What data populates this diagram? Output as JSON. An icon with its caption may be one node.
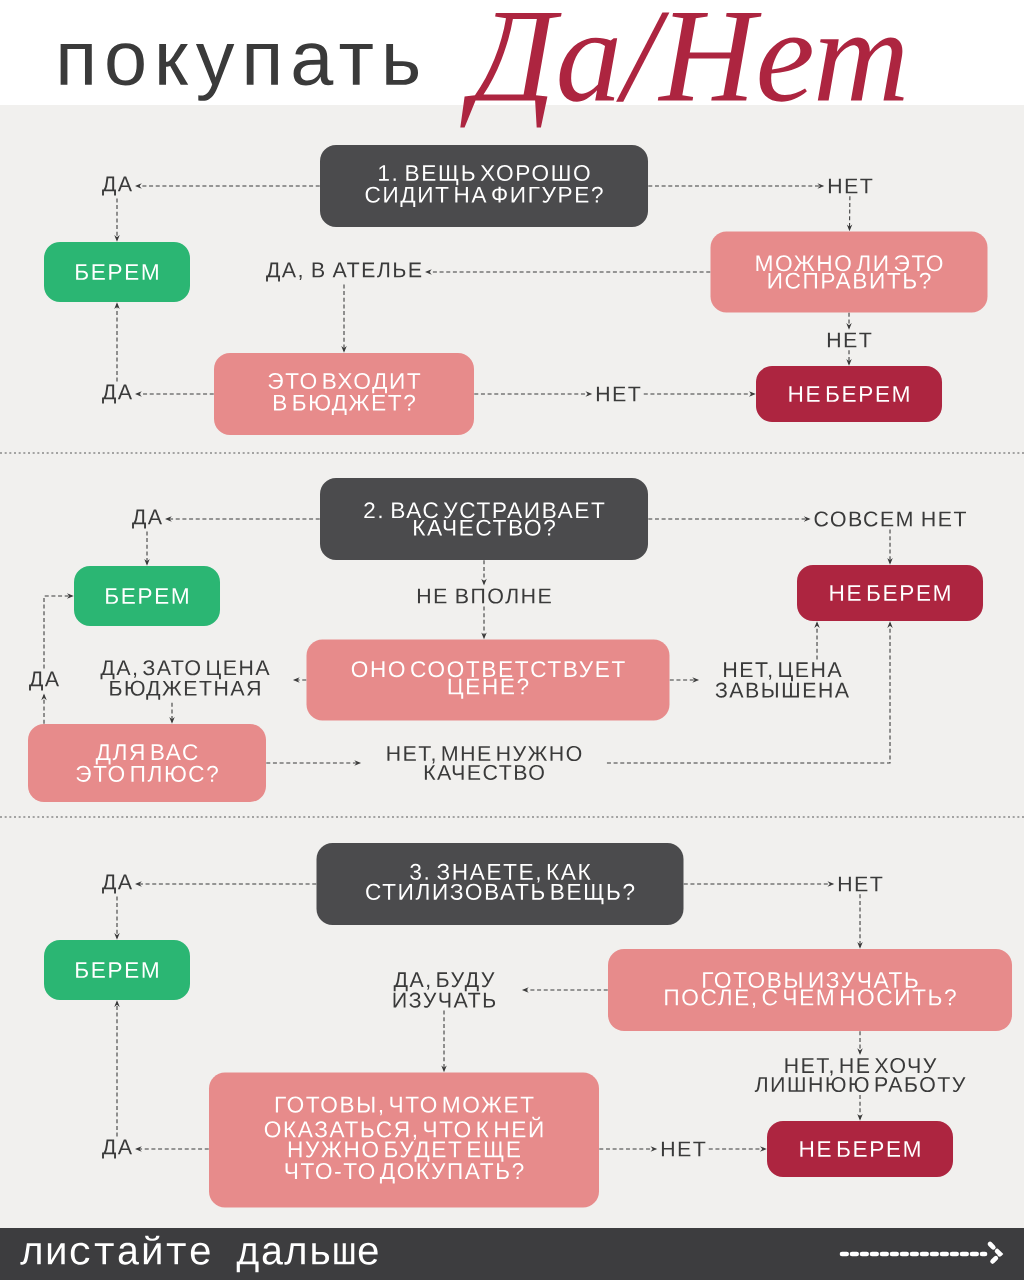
{
  "diagram": {
    "title": "покупать",
    "nodes": [
      {
        "text": [
          "1. ВЕЩЬ ХОРОШО СИДИТ НА ФИГУРЕ?"
        ]
      },
      {
        "text": [
          "ДА"
        ]
      },
      {
        "text": [
          "НЕТ"
        ]
      },
      {
        "text": [
          "БЕРЕМ"
        ]
      },
      {
        "text": [
          "МОЖНО ЛИ ЭТО ИСПРАВИТЬ?"
        ]
      },
      {
        "text": [
          "ДА, В АТЕЛЬЕ"
        ]
      },
      {
        "text": [
          "НЕТ"
        ]
      },
      {
        "text": [
          "ДА"
        ]
      },
      {
        "text": [
          "ЭТО ВХОДИТ В БЮДЖЕТ?"
        ]
      },
      {
        "text": [
          "НЕТ"
        ]
      },
      {
        "text": [
          "НЕ БЕРЕМ"
        ]
      },
      {
        "text": [
          "2. ВАС УСТРАИВАЕТ КАЧЕСТВО?"
        ]
      },
      {
        "text": [
          "ДА"
        ]
      },
      {
        "text": [
          "СОВСЕМ НЕТ"
        ]
      },
      {
        "text": [
          "БЕРЕМ"
        ]
      },
      {
        "text": [
          "НЕ ВПОЛНЕ"
        ]
      },
      {
        "text": [
          "НЕ БЕРЕМ"
        ]
      },
      {
        "text": [
          "ДА"
        ]
      },
      {
        "text": [
          "ДА, ЗАТО ЦЕНА БЮДЖЕТНАЯ"
        ]
      },
      {
        "text": [
          "ОНО СООТВЕТСТВУЕТ ЦЕНЕ?"
        ]
      },
      {
        "text": [
          "НЕТ, ЦЕНА ЗАВЫШЕНА"
        ]
      },
      {
        "text": [
          "ДЛЯ ВАС ЭТО ПЛЮС?"
        ]
      },
      {
        "text": [
          "НЕТ, МНЕ НУЖНО КАЧЕСТВО"
        ]
      },
      {
        "text": [
          "3. ЗНАЕТЕ, КАК СТИЛИЗОВАТЬ ВЕЩЬ?"
        ]
      },
      {
        "text": [
          "ДА"
        ]
      },
      {
        "text": [
          "НЕТ"
        ]
      },
      {
        "text": [
          "БЕРЕМ"
        ]
      },
      {
        "text": [
          "ГОТОВЫ ИЗУЧАТЬ ПОСЛЕ, С ЧЕМ НОСИТЬ?"
        ]
      },
      {
        "text": [
          "ДА, БУДУ ИЗУЧАТЬ"
        ]
      },
      {
        "text": [
          "НЕТ, НЕ ХОЧУ ЛИШНЮЮ РАБОТУ"
        ]
      },
      {
        "text": [
          "ДА"
        ]
      },
      {
        "text": [
          "ГОТОВЫ, ЧТО МОЖЕТ ОКАЗАТЬСЯ, ЧТО К НЕЙ НУЖНО БУДЕТ ЕЩЕ ЧТО-ТО ДОКУПАТЬ?"
        ]
      },
      {
        "text": [
          "НЕТ"
        ]
      },
      {
        "text": [
          "НЕ БЕРЕМ"
        ]
      }
    ],
    "edges": [
      {
        "from": 0,
        "to": 1,
        "arrow": "to",
        "style": "dashed"
      },
      {
        "from": 1,
        "to": 3,
        "arrow": "to",
        "style": "dashed"
      },
      {
        "from": 0,
        "to": 2,
        "arrow": "to",
        "style": "dashed"
      },
      {
        "from": 2,
        "to": 4,
        "arrow": "to",
        "style": "dashed"
      },
      {
        "from": 4,
        "to": 5,
        "arrow": "to",
        "style": "dashed"
      },
      {
        "from": 5,
        "to": 8,
        "arrow": "to",
        "style": "dashed"
      },
      {
        "from": 4,
        "to": 6,
        "arrow": "to",
        "style": "dashed"
      },
      {
        "from": 6,
        "to": 10,
        "arrow": "to",
        "style": "dashed"
      },
      {
        "from": 8,
        "to": 7,
        "arrow": "to",
        "style": "dashed"
      },
      {
        "from": 7,
        "to": 3,
        "arrow": "to",
        "style": "dashed"
      },
      {
        "from": 8,
        "to": 9,
        "arrow": "to",
        "style": "dashed"
      },
      {
        "from": 9,
        "to": 10,
        "arrow": "to",
        "style": "dashed"
      },
      {
        "from": 11,
        "to": 12,
        "arrow": "to",
        "style": "dashed"
      },
      {
        "from": 12,
        "to": 14,
        "arrow": "to",
        "style": "dashed"
      },
      {
        "from": 11,
        "to": 13,
        "arrow": "to",
        "style": "dashed"
      },
      {
        "from": 13,
        "to": 16,
        "arrow": "to",
        "style": "dashed"
      },
      {
        "from": 11,
        "to": 15,
        "arrow": "to",
        "style": "dashed"
      },
      {
        "from": 15,
        "to": 19,
        "arrow": "to",
        "style": "dashed"
      },
      {
        "from": 19,
        "to": 18,
        "arrow": "to",
        "style": "dashed"
      },
      {
        "from": 18,
        "to": 21,
        "arrow": "to",
        "style": "dashed"
      },
      {
        "from": 21,
        "to": 17,
        "arrow": "to",
        "style": "dashed"
      },
      {
        "from": 17,
        "to": 14,
        "arrow": "to",
        "style": "dashed"
      },
      {
        "from": 19,
        "to": 20,
        "arrow": "to",
        "style": "dashed"
      },
      {
        "from": 20,
        "to": 16,
        "arrow": "to",
        "style": "dashed"
      },
      {
        "from": 21,
        "to": 22,
        "arrow": "to",
        "style": "dashed"
      },
      {
        "from": 22,
        "to": 16,
        "arrow": "to",
        "style": "dashed"
      },
      {
        "from": 23,
        "to": 24,
        "arrow": "to",
        "style": "dashed"
      },
      {
        "from": 24,
        "to": 26,
        "arrow": "to",
        "style": "dashed"
      },
      {
        "from": 23,
        "to": 25,
        "arrow": "to",
        "style": "dashed"
      },
      {
        "from": 25,
        "to": 27,
        "arrow": "to",
        "style": "dashed"
      },
      {
        "from": 27,
        "to": 28,
        "arrow": "to",
        "style": "dashed"
      },
      {
        "from": 28,
        "to": 31,
        "arrow": "to",
        "style": "dashed"
      },
      {
        "from": 27,
        "to": 29,
        "arrow": "to",
        "style": "dashed"
      },
      {
        "from": 29,
        "to": 33,
        "arrow": "to",
        "style": "dashed"
      },
      {
        "from": 31,
        "to": 30,
        "arrow": "to",
        "style": "dashed"
      },
      {
        "from": 30,
        "to": 26,
        "arrow": "to",
        "style": "dashed"
      },
      {
        "from": 31,
        "to": 32,
        "arrow": "to",
        "style": "dashed"
      },
      {
        "from": 32,
        "to": 33,
        "arrow": "to",
        "style": "dashed"
      }
    ],
    "labels": [
      "Да/Нет",
      "листайте дальше"
    ]
  }
}
